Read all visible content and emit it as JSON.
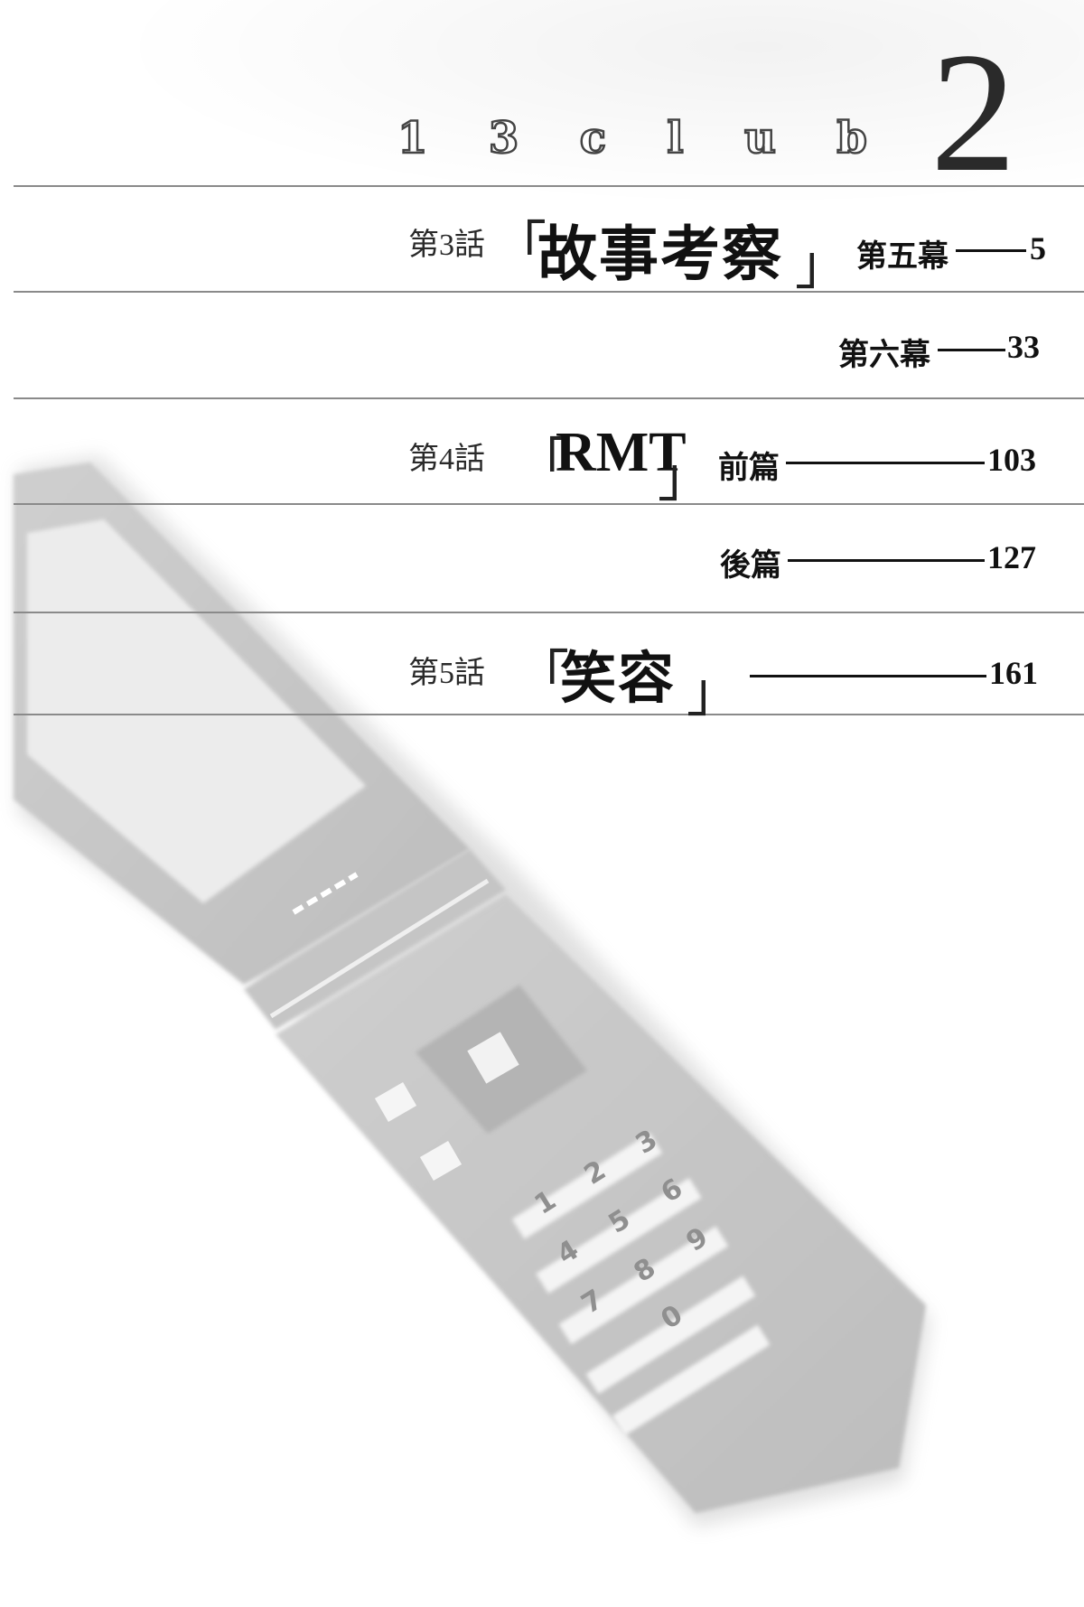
{
  "header": {
    "series_letters": [
      "1",
      "3",
      "c",
      "l",
      "u",
      "b"
    ],
    "volume_number": "2"
  },
  "toc": {
    "ch3": {
      "label": "第3話",
      "open_bracket": "「",
      "title": "故事考察",
      "close_bracket": "」",
      "parts": [
        {
          "name": "第五幕",
          "page": "5"
        },
        {
          "name": "第六幕",
          "page": "33"
        }
      ]
    },
    "ch4": {
      "label": "第4話",
      "open_bracket": "「",
      "title": "RMT",
      "close_bracket": "」",
      "parts": [
        {
          "name": "前篇",
          "page": "103"
        },
        {
          "name": "後篇",
          "page": "127"
        }
      ]
    },
    "ch5": {
      "label": "第5話",
      "open_bracket": "「",
      "title": "笑容",
      "close_bracket": "」",
      "page": "161"
    }
  },
  "phone_keys": [
    "1",
    "2",
    "3",
    "4",
    "5",
    "6",
    "7",
    "8",
    "9",
    "0"
  ],
  "colors": {
    "rule": "#8a8a8a",
    "phone_body": "#d2d2d2",
    "phone_screen": "#ececec"
  }
}
